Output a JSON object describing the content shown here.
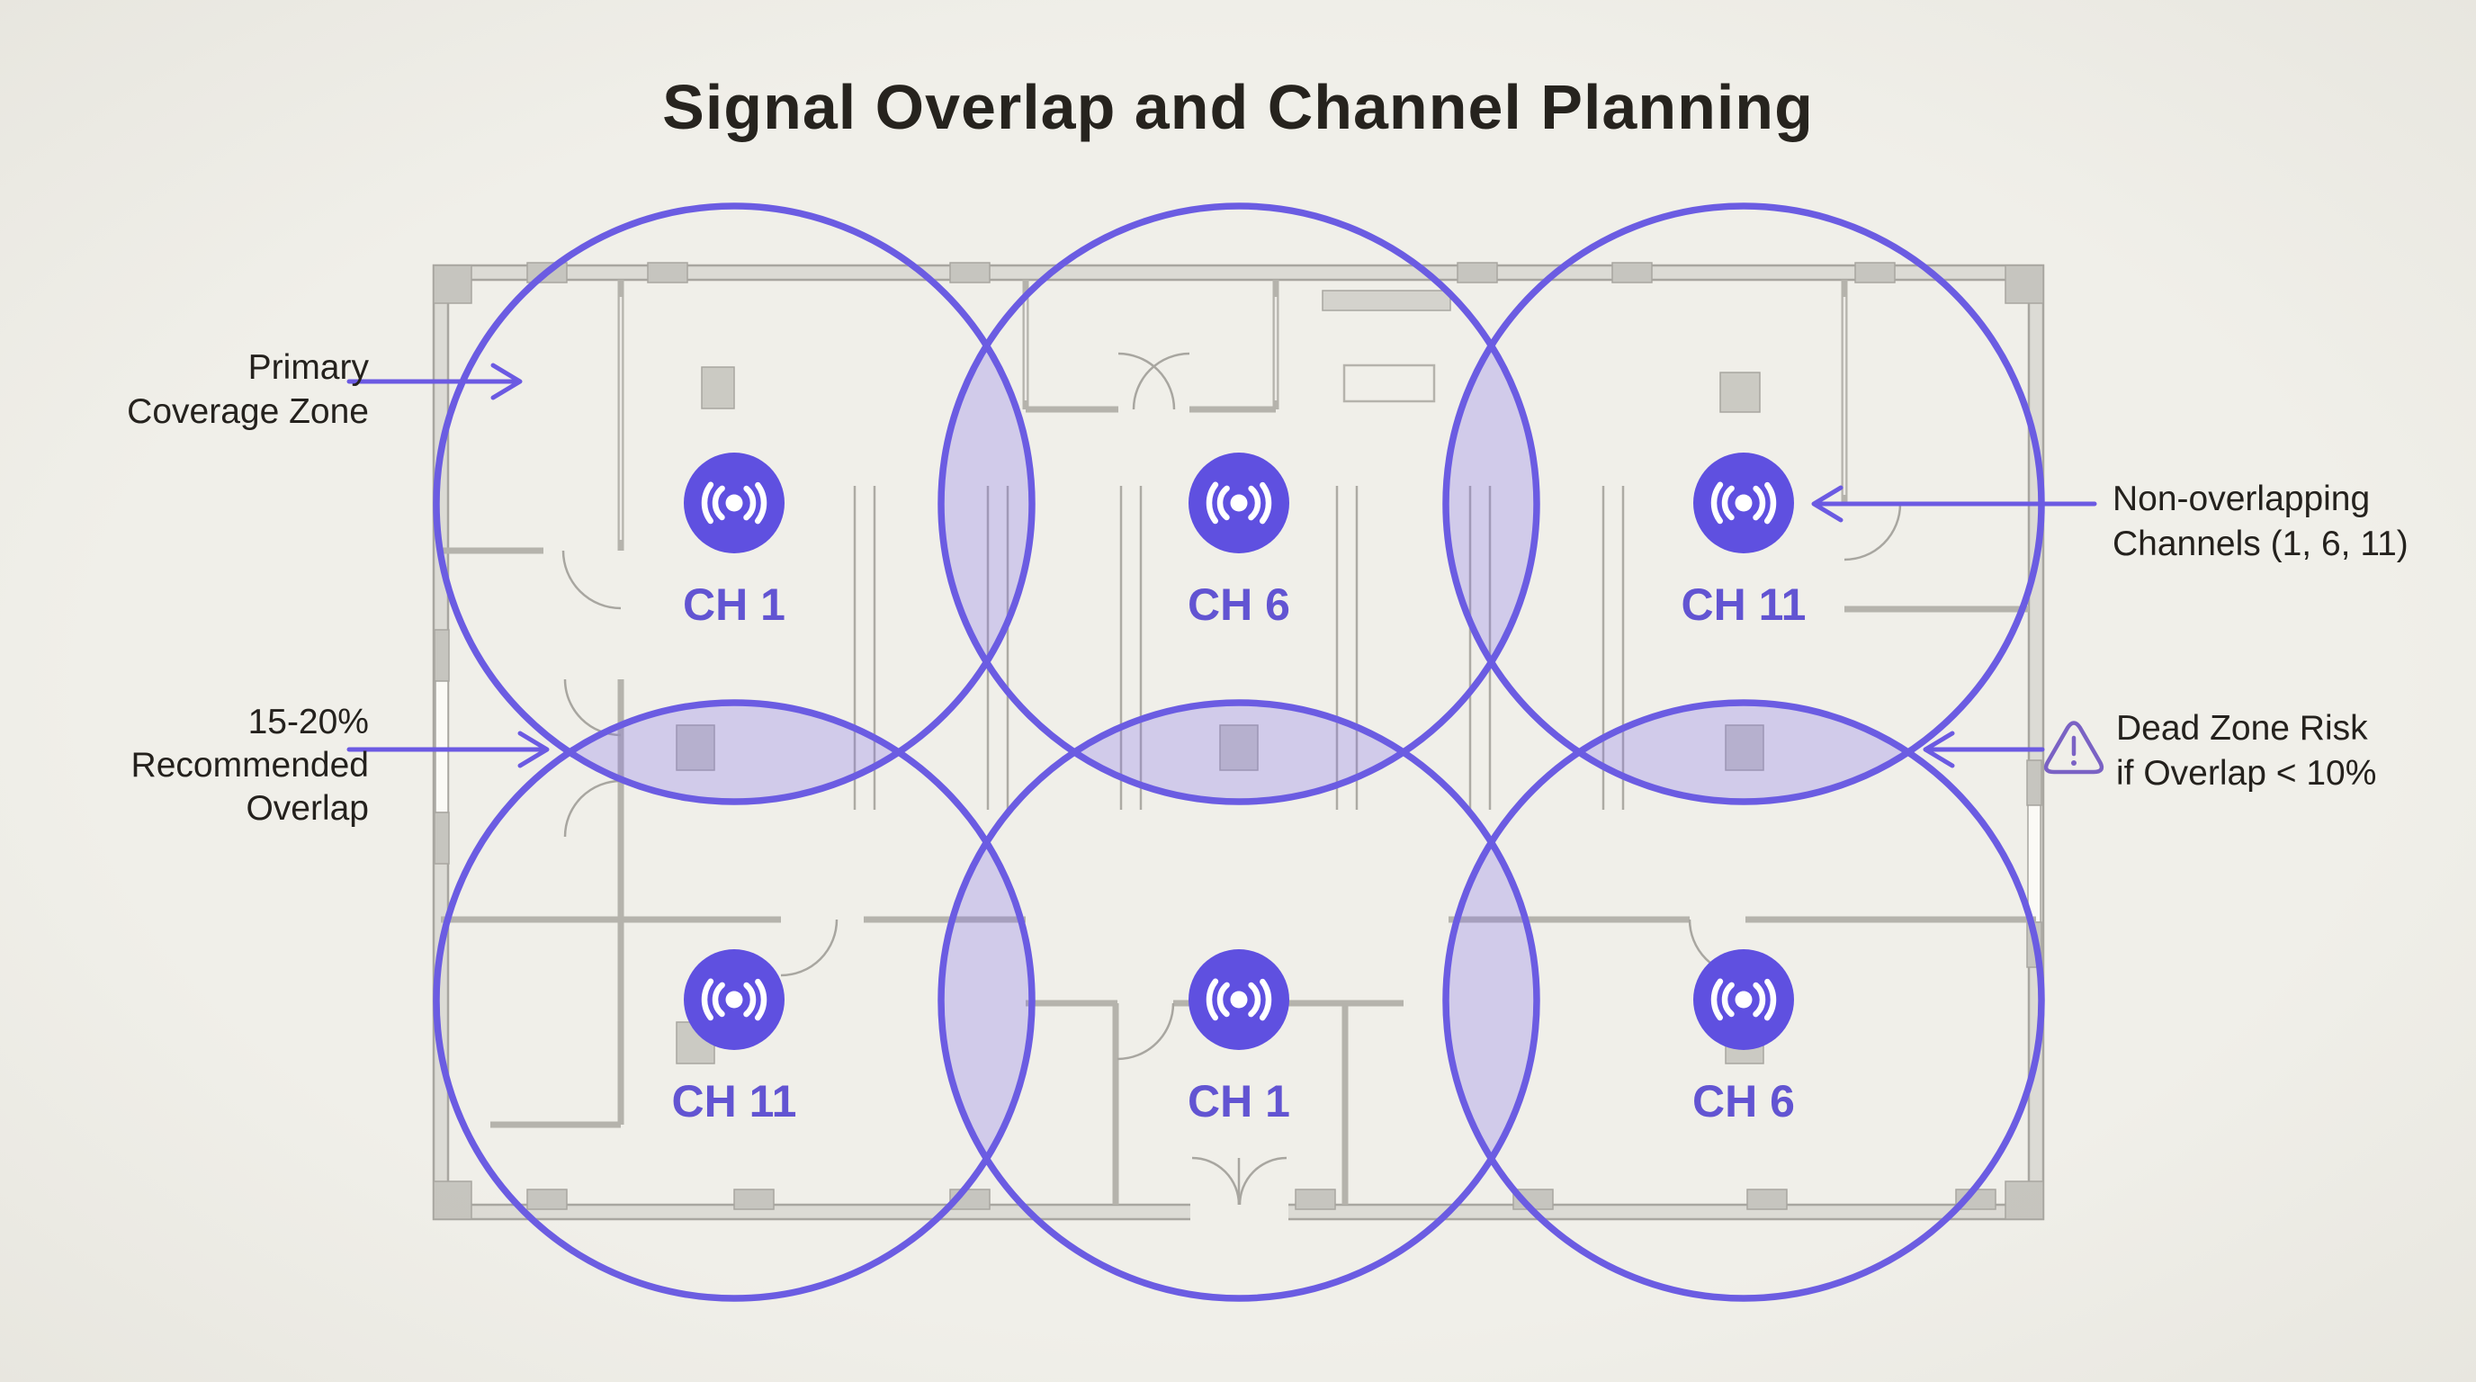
{
  "title": "Signal Overlap and Channel Planning",
  "access_points": [
    {
      "position": "top-left",
      "channel": "CH 1"
    },
    {
      "position": "top-middle",
      "channel": "CH 6"
    },
    {
      "position": "top-right",
      "channel": "CH 11"
    },
    {
      "position": "bottom-left",
      "channel": "CH 11"
    },
    {
      "position": "bottom-middle",
      "channel": "CH 1"
    },
    {
      "position": "bottom-right",
      "channel": "CH 6"
    }
  ],
  "annotations": {
    "primary_coverage": {
      "line1": "Primary",
      "line2": "Coverage Zone"
    },
    "recommended_overlap": {
      "line1": "15-20%",
      "line2": "Recommended",
      "line3": "Overlap"
    },
    "non_overlapping_channels": {
      "line1": "Non-overlapping",
      "line2": "Channels (1, 6, 11)"
    },
    "dead_zone_risk": {
      "line1": "Dead Zone Risk",
      "line2": "if Overlap < 10%"
    }
  },
  "icons": {
    "access_point": "radio-signal-icon",
    "warning": "warning-triangle-icon"
  },
  "colors": {
    "background": "#f0efe9",
    "coverage_stroke": "#6b5ce2",
    "overlap_fill": "rgba(124,107,238,0.27)",
    "ap_icon_fill": "#5f50e0",
    "channel_label": "#6254d2",
    "annotation_text": "#24211d",
    "wall_gray": "#b5b3ac",
    "warning_purple": "#7a62c4"
  }
}
